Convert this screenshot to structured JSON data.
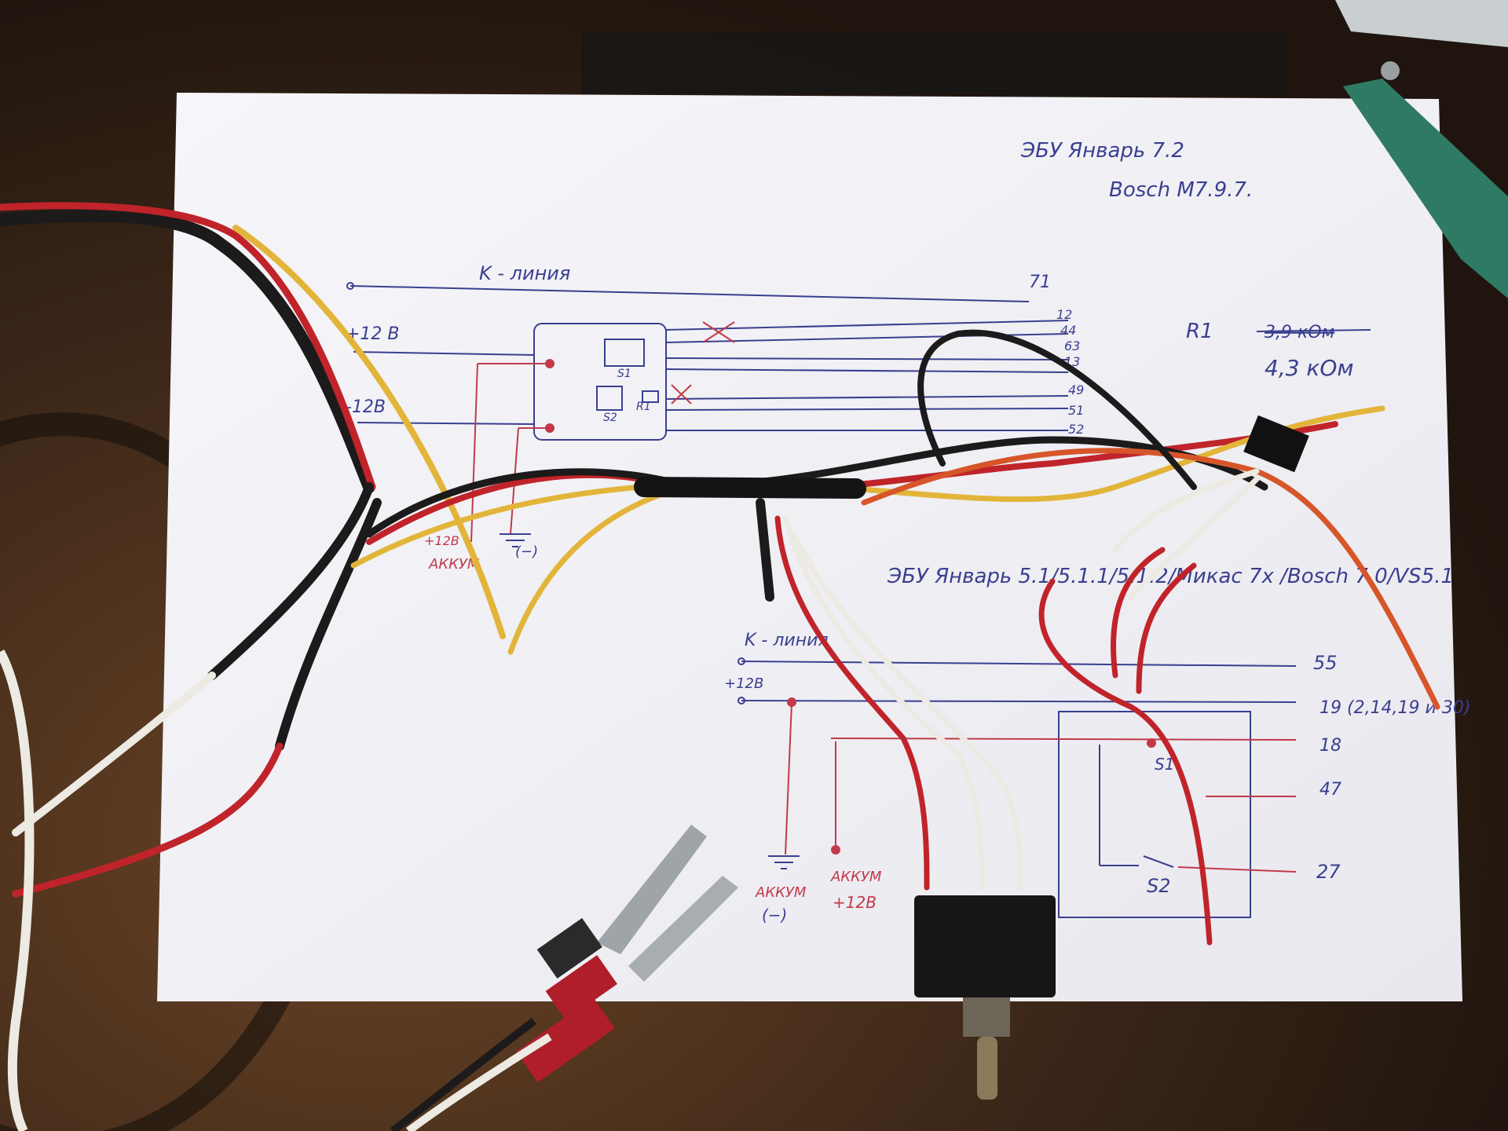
{
  "colors": {
    "table": "#2a1d14",
    "paper": "#f4f3f7",
    "ink_blue": "#3a3f8f",
    "ink_red": "#c23a4a",
    "wire_red": "#c0242a",
    "wire_black": "#1c1a1a",
    "wire_yellow": "#e2b53a",
    "wire_white": "#eceae2",
    "wire_orange": "#d6562a"
  },
  "sheet": {
    "header_line1": "ЭБУ   Январь 7.2",
    "header_line2": "Bosch  M7.9.7.",
    "k_line_top": "K - линия",
    "plus12_top": "+12 B",
    "minus12_top": "-12B",
    "switch_s1": "S1",
    "switch_s2": "S2",
    "resistor": "R1",
    "pins_top": [
      "71",
      "12",
      "44",
      "63",
      "13",
      "49",
      "51",
      "52"
    ],
    "r1_note_struck": "3,9 кОм",
    "r1_label": "R1",
    "r1_value": "4,3 кОм",
    "akkum_plus_top": "+12B",
    "akkum_plus_top_sub": "АККУМ",
    "akkum_minus_top": "(−)",
    "header2": "ЭБУ  Январь 5.1/5.1.1/5.1.2/Микас 7х /Bosch 7.0/VS5.1",
    "k_line_bottom": "K - линия",
    "plus12_bottom": "+12B",
    "pins_bottom": [
      "55",
      "19 (2,14,19 и 30)",
      "18",
      "47",
      "27"
    ],
    "s1_bottom": "S1",
    "s2_bottom": "S2",
    "akkum_minus_bottom": "АККУМ",
    "akkum_minus_bottom_sub": "(−)",
    "akkum_plus_bottom": "АККУМ",
    "akkum_plus_bottom_sub": "+12B"
  }
}
